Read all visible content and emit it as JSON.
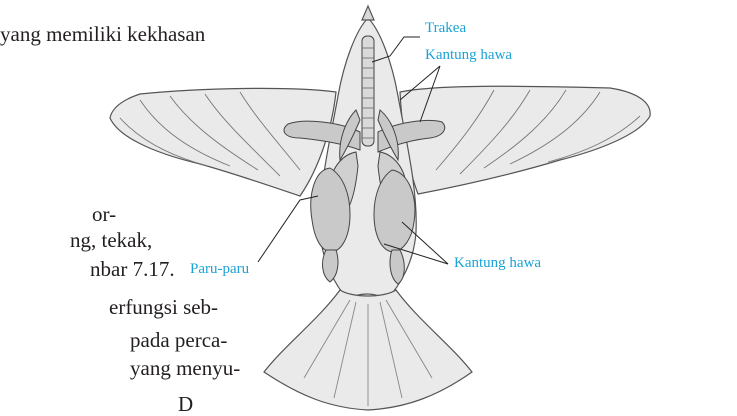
{
  "body_text": {
    "line1": "yang memiliki kekhasan",
    "line2": "or-",
    "line3": "ng, tekak,",
    "line4": "nbar 7.17.",
    "line5": "erfungsi seb-",
    "line6": "pada perca-",
    "line7": "yang menyu-",
    "line8": "D"
  },
  "labels": {
    "trakea": "Trakea",
    "kantung_hawa_top": "Kantung hawa",
    "paru_paru": "Paru-paru",
    "kantung_hawa_bottom": "Kantung hawa"
  },
  "colors": {
    "label_blue": "#1aa3d6",
    "body_text": "#231f20",
    "bird_fill": "#e9e9e9",
    "bird_stroke": "#555555",
    "organ_fill": "#c9c9c9"
  },
  "icon": "bird-respiratory-system-illustration"
}
